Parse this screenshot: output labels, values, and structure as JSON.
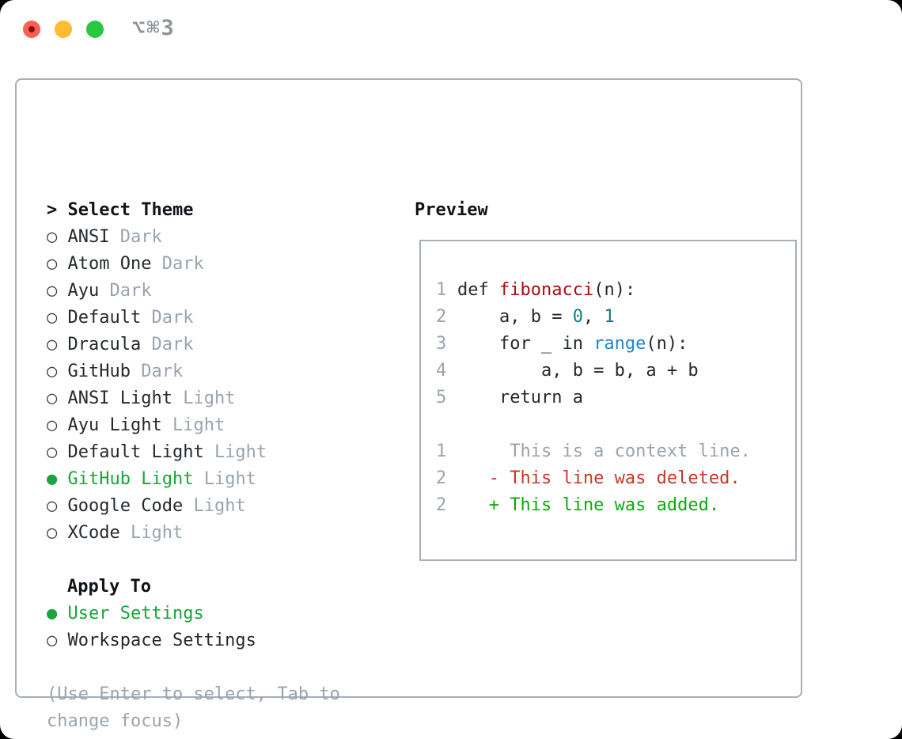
{
  "window": {
    "title": "⌥⌘3",
    "traffic_lights": [
      "close",
      "minimize",
      "zoom"
    ]
  },
  "theme_panel": {
    "prompt": ">",
    "title": "Select Theme",
    "radio_unselected_icon": "○",
    "radio_selected_icon": "●",
    "items": [
      {
        "name": "ANSI",
        "tag": "Dark",
        "selected": false
      },
      {
        "name": "Atom One",
        "tag": "Dark",
        "selected": false
      },
      {
        "name": "Ayu",
        "tag": "Dark",
        "selected": false
      },
      {
        "name": "Default",
        "tag": "Dark",
        "selected": false
      },
      {
        "name": "Dracula",
        "tag": "Dark",
        "selected": false
      },
      {
        "name": "GitHub",
        "tag": "Dark",
        "selected": false
      },
      {
        "name": "ANSI Light",
        "tag": "Light",
        "selected": false
      },
      {
        "name": "Ayu Light",
        "tag": "Light",
        "selected": false
      },
      {
        "name": "Default Light",
        "tag": "Light",
        "selected": false
      },
      {
        "name": "GitHub Light",
        "tag": "Light",
        "selected": true
      },
      {
        "name": "Google Code",
        "tag": "Light",
        "selected": false
      },
      {
        "name": "XCode",
        "tag": "Light",
        "selected": false
      }
    ],
    "apply_to": {
      "title": "Apply To",
      "options": [
        {
          "label": "User Settings",
          "selected": true
        },
        {
          "label": "Workspace Settings",
          "selected": false
        }
      ]
    },
    "hint": "(Use Enter to select, Tab to change focus)"
  },
  "preview": {
    "title": "Preview",
    "lines": [
      {
        "num": "1",
        "segments": [
          {
            "t": "def ",
            "c": "code"
          },
          {
            "t": "fibonacci",
            "c": "func"
          },
          {
            "t": "(n):",
            "c": "code"
          }
        ]
      },
      {
        "num": "2",
        "segments": [
          {
            "t": "    a, b = ",
            "c": "code"
          },
          {
            "t": "0",
            "c": "num"
          },
          {
            "t": ", ",
            "c": "code"
          },
          {
            "t": "1",
            "c": "num"
          }
        ]
      },
      {
        "num": "3",
        "segments": [
          {
            "t": "    for _ in ",
            "c": "code"
          },
          {
            "t": "range",
            "c": "builtin"
          },
          {
            "t": "(n):",
            "c": "code"
          }
        ]
      },
      {
        "num": "4",
        "segments": [
          {
            "t": "        a, b = b, a + b",
            "c": "code"
          }
        ]
      },
      {
        "num": "5",
        "segments": [
          {
            "t": "    return a",
            "c": "code"
          }
        ]
      },
      {
        "num": "",
        "segments": []
      },
      {
        "num": "1",
        "segments": [
          {
            "t": "     This is a context line.",
            "c": "context"
          }
        ]
      },
      {
        "num": "2",
        "segments": [
          {
            "t": "   - This line was deleted.",
            "c": "deleted"
          }
        ]
      },
      {
        "num": "2",
        "segments": [
          {
            "t": "   + This line was added.",
            "c": "added"
          }
        ]
      }
    ]
  },
  "colors": {
    "text_primary": "#24292f",
    "text_muted": "#9aa4af",
    "selection_green": "#1aa53c",
    "added_green": "#10a80f",
    "deleted_red": "#c43a23",
    "function_red": "#a90d11",
    "number_teal": "#0e7e86",
    "builtin_blue": "#1e87c7",
    "border_gray": "#a7afb9",
    "titlebar_text": "#8d949c",
    "traffic_red": "#ff5d55",
    "traffic_yellow": "#febc2e",
    "traffic_green": "#28c840"
  }
}
